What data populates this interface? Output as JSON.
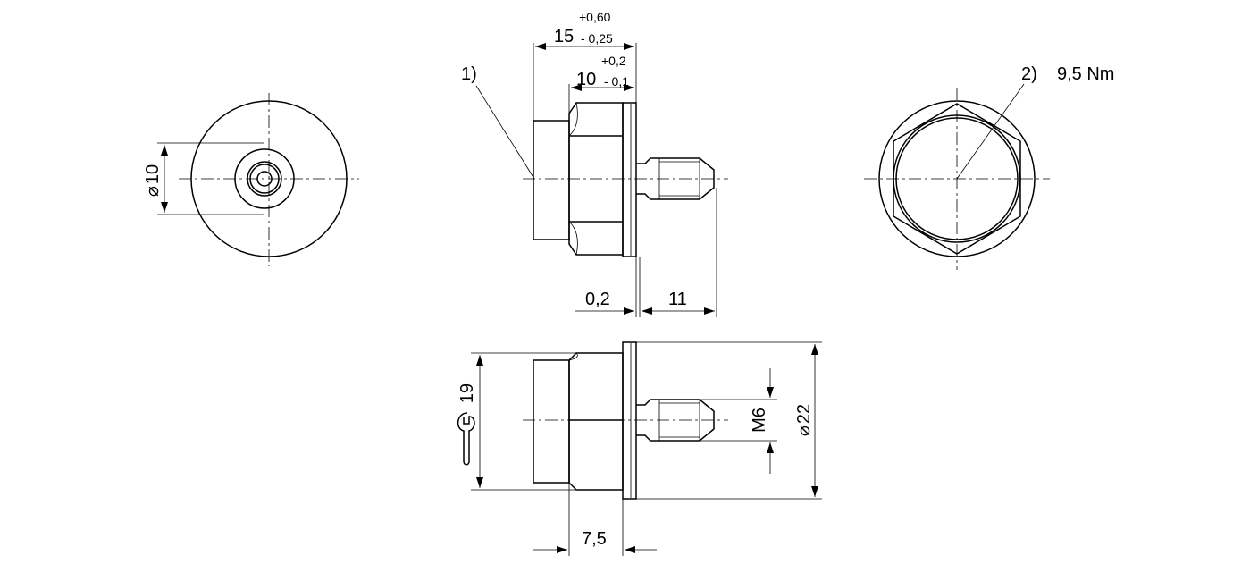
{
  "dimensions": {
    "dia10": "10",
    "len15": "15",
    "tol15_upper": "+0,60",
    "tol15_lower": "- 0,25",
    "len10": "10",
    "tol10_upper": "+0,2",
    "tol10_lower": "- 0,1",
    "gap": "0,2",
    "thread_len": "11",
    "hex19": "19",
    "thread": "M6",
    "dia22": "22",
    "len75": "7,5"
  },
  "callouts": {
    "note1": "1)",
    "note2": "2)",
    "torque": "9,5 Nm"
  },
  "symbols": {
    "diameter": "⌀",
    "wrench": "wrench-icon"
  }
}
